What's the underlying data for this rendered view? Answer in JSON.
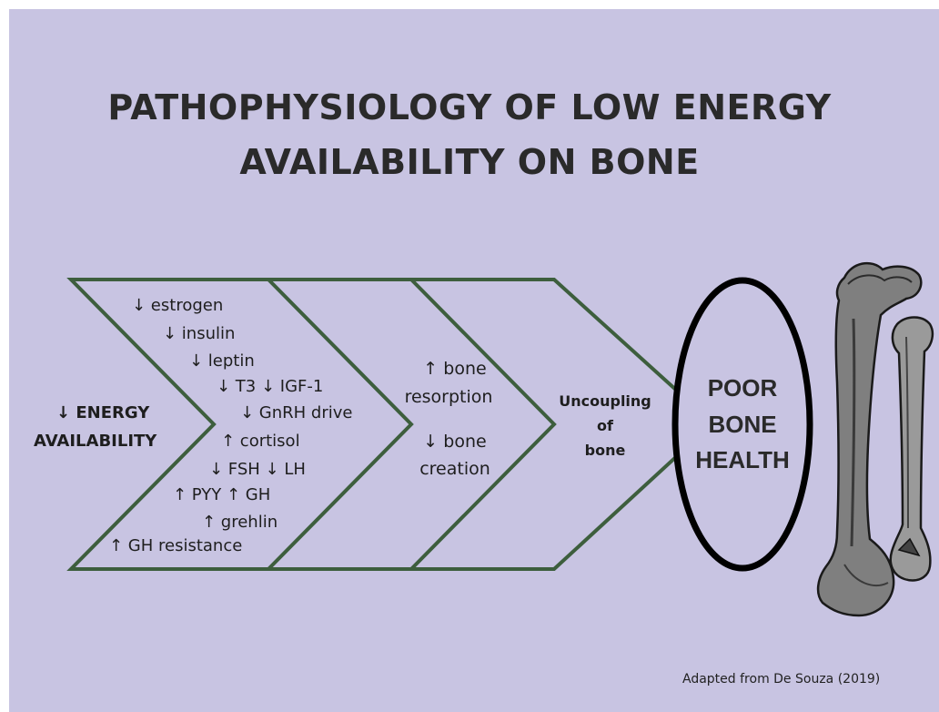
{
  "title": {
    "line1": "PATHOPHYSIOLOGY OF LOW ENERGY",
    "line2": "AVAILABILITY ON BONE"
  },
  "energy": {
    "line1": "↓ ENERGY",
    "line2": "AVAILABILITY"
  },
  "hormones": [
    "↓ estrogen",
    "↓ insulin",
    "↓ leptin",
    "↓ T3  ↓ IGF-1",
    "↓ GnRH drive",
    "↑ cortisol",
    "↓ FSH  ↓ LH",
    "↑ PYY  ↑ GH",
    "↑ grehlin",
    "↑ GH resistance"
  ],
  "bone_effects": {
    "resorption_1": "↑ bone",
    "resorption_2": "resorption",
    "creation_1": "↓ bone",
    "creation_2": "creation"
  },
  "uncoupling": {
    "line1": "Uncoupling",
    "line2": "of",
    "line3": "bone"
  },
  "outcome": {
    "line1": "POOR",
    "line2": "BONE",
    "line3": "HEALTH"
  },
  "credit": "Adapted from De Souza (2019)",
  "colors": {
    "background": "#c8c4e2",
    "chevron_stroke": "#3d5e3d",
    "oval_stroke": "#000000"
  },
  "illustration": "femur-bones-icon"
}
